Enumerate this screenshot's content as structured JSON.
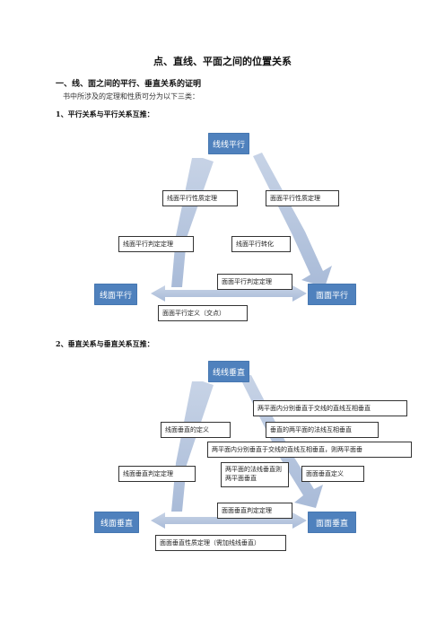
{
  "doc": {
    "title": "点、直线、平面之间的位置关系",
    "section1": "一、线、面之间的平行、垂直关系的证明",
    "intro": "书中所涉及的定理和性质可分为以下三类：",
    "sub1": "1、平行关系与平行关系互推：",
    "sub2": "2、垂直关系与垂直关系互推："
  },
  "diagram1": {
    "top_node": "线线平行",
    "left_node": "线面平行",
    "right_node": "面面平行",
    "labels": {
      "line_plane_parallel_property": "线面平行性质定理",
      "plane_plane_parallel_property": "面面平行性质定理",
      "line_plane_parallel_criterion": "线面平行判定定理",
      "line_plane_parallel_transform": "线面平行转化",
      "plane_plane_parallel_criterion": "面面平行判定定理",
      "plane_plane_parallel_definition": "面面平行定义（交点）"
    }
  },
  "diagram2": {
    "top_node": "线线垂直",
    "left_node": "线面垂直",
    "right_node": "面面垂直",
    "labels": {
      "two_planes_intersection_perp": "两平面内分别垂直于交线的直线互相垂直",
      "line_plane_perp_definition": "线面垂直的定义",
      "normals_of_perp_planes": "垂直的两平面的法线互相垂直",
      "two_planes_perp_converse": "两平面内分别垂直于交线的直线互相垂直，则两平面垂",
      "line_plane_perp_criterion": "线面垂直判定定理",
      "normals_perp_then_planes_perp": "两平面的法线垂直则两平面垂直",
      "plane_plane_perp_definition": "面面垂直定义",
      "plane_plane_perp_criterion": "面面垂直判定定理",
      "plane_plane_perp_property": "面面垂直性质定理（需加线线垂直）"
    }
  },
  "colors": {
    "node": "#4f81bd",
    "arrow": "#b4c3dc"
  }
}
